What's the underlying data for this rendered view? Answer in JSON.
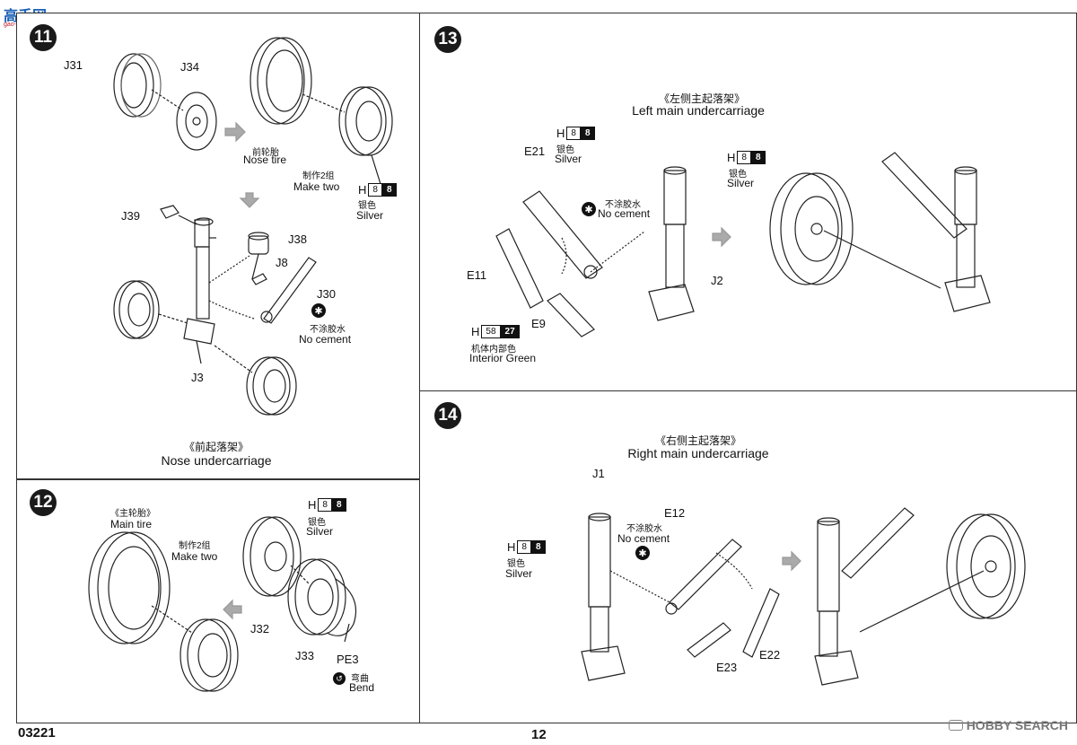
{
  "header": {
    "logo_text": "高手网",
    "logo_sub": "gao-shou.com"
  },
  "footer": {
    "code": "03221",
    "page": "12",
    "watermark": "HOBBY SEARCH"
  },
  "steps": [
    {
      "num": "11",
      "parts": [
        "J31",
        "J34",
        "J39",
        "J38",
        "J8",
        "J30",
        "J3"
      ],
      "nose_tire_cn": "前轮胎",
      "nose_tire_en": "Nose tire",
      "make_two_cn": "制作2组",
      "make_two_en": "Make two",
      "paint": {
        "letter": "H",
        "c1": "8",
        "c2": "8",
        "cn": "银色",
        "en": "Silver"
      },
      "no_cement_cn": "不涂胶水",
      "no_cement_en": "No cement",
      "title_cn": "《前起落架》",
      "title_en": "Nose undercarriage"
    },
    {
      "num": "12",
      "parts": [
        "J32",
        "J33",
        "PE3"
      ],
      "main_tire_cn": "《主轮胎》",
      "main_tire_en": "Main tire",
      "make_two_cn": "制作2组",
      "make_two_en": "Make two",
      "paint": {
        "letter": "H",
        "c1": "8",
        "c2": "8",
        "cn": "银色",
        "en": "Silver"
      },
      "bend_cn": "弯曲",
      "bend_en": "Bend"
    },
    {
      "num": "13",
      "parts": [
        "E21",
        "E11",
        "E9",
        "J2"
      ],
      "title_cn": "《左侧主起落架》",
      "title_en": "Left main undercarriage",
      "paint_a": {
        "letter": "H",
        "c1": "8",
        "c2": "8",
        "cn": "银色",
        "en": "Silver"
      },
      "paint_b": {
        "letter": "H",
        "c1": "8",
        "c2": "8",
        "cn": "银色",
        "en": "Silver"
      },
      "paint_c": {
        "letter": "H",
        "c1": "58",
        "c2": "27",
        "cn": "机体内部色",
        "en": "Interior Green"
      },
      "no_cement_cn": "不涂胶水",
      "no_cement_en": "No cement"
    },
    {
      "num": "14",
      "parts": [
        "J1",
        "E12",
        "E23",
        "E22"
      ],
      "title_cn": "《右侧主起落架》",
      "title_en": "Right main undercarriage",
      "paint": {
        "letter": "H",
        "c1": "8",
        "c2": "8",
        "cn": "银色",
        "en": "Silver"
      },
      "no_cement_cn": "不涂胶水",
      "no_cement_en": "No cement"
    }
  ]
}
